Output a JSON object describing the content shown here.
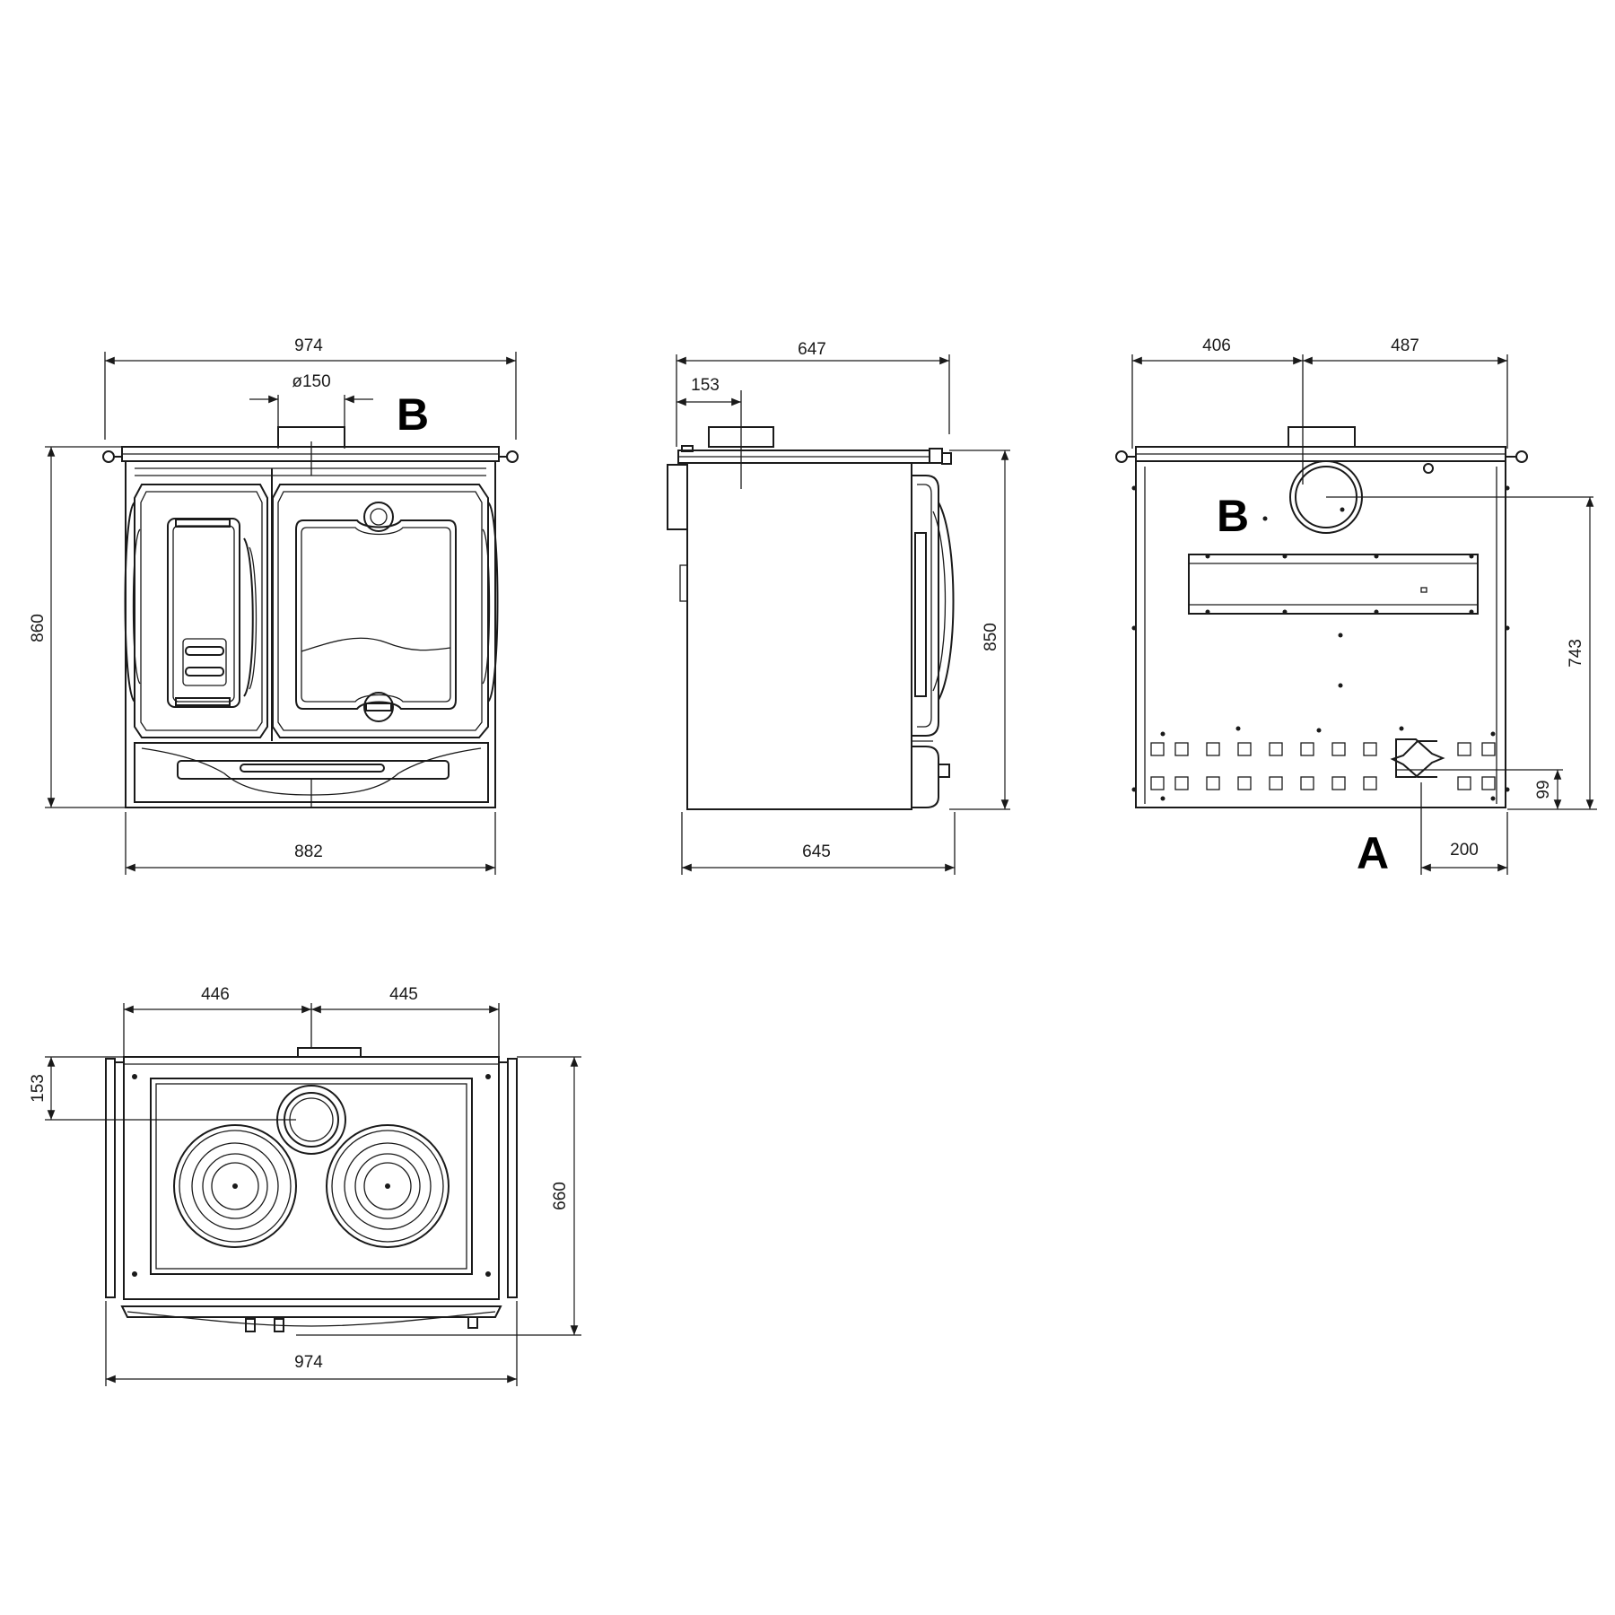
{
  "front_view": {
    "width_top": "974",
    "flue_diameter": "ø150",
    "height": "860",
    "width_bottom": "882",
    "label_b": "B"
  },
  "side_view": {
    "depth_top": "647",
    "flue_offset": "153",
    "height": "850",
    "depth_bottom": "645"
  },
  "rear_view": {
    "left_offset": "406",
    "right_offset": "487",
    "label_b": "B",
    "flue_height": "743",
    "inlet_height": "99",
    "inlet_offset": "200",
    "label_a": "A"
  },
  "top_view": {
    "left_half": "446",
    "right_half": "445",
    "flue_offset": "153",
    "depth": "660",
    "width": "974"
  }
}
